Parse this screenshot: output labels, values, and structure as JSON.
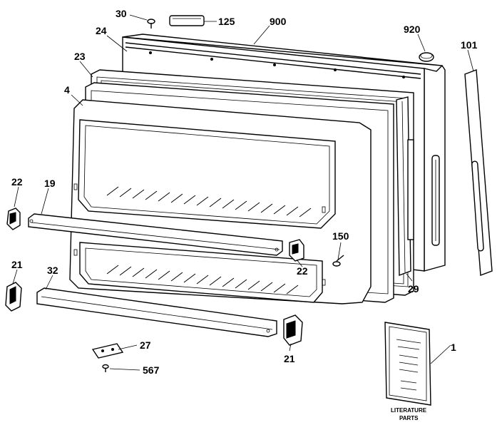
{
  "diagram": {
    "parts": [
      {
        "id": "p30",
        "label": "30"
      },
      {
        "id": "p125",
        "label": "125"
      },
      {
        "id": "p900",
        "label": "900"
      },
      {
        "id": "p920",
        "label": "920"
      },
      {
        "id": "p101",
        "label": "101"
      },
      {
        "id": "p24",
        "label": "24"
      },
      {
        "id": "p23",
        "label": "23"
      },
      {
        "id": "p4",
        "label": "4"
      },
      {
        "id": "p22a",
        "label": "22"
      },
      {
        "id": "p19",
        "label": "19"
      },
      {
        "id": "p150",
        "label": "150"
      },
      {
        "id": "p22b",
        "label": "22"
      },
      {
        "id": "p29",
        "label": "29"
      },
      {
        "id": "p21a",
        "label": "21"
      },
      {
        "id": "p32",
        "label": "32"
      },
      {
        "id": "p21b",
        "label": "21"
      },
      {
        "id": "p27",
        "label": "27"
      },
      {
        "id": "p567",
        "label": "567"
      },
      {
        "id": "p1",
        "label": "1"
      }
    ],
    "literature_caption": [
      "LITERATURE",
      "PARTS"
    ]
  }
}
